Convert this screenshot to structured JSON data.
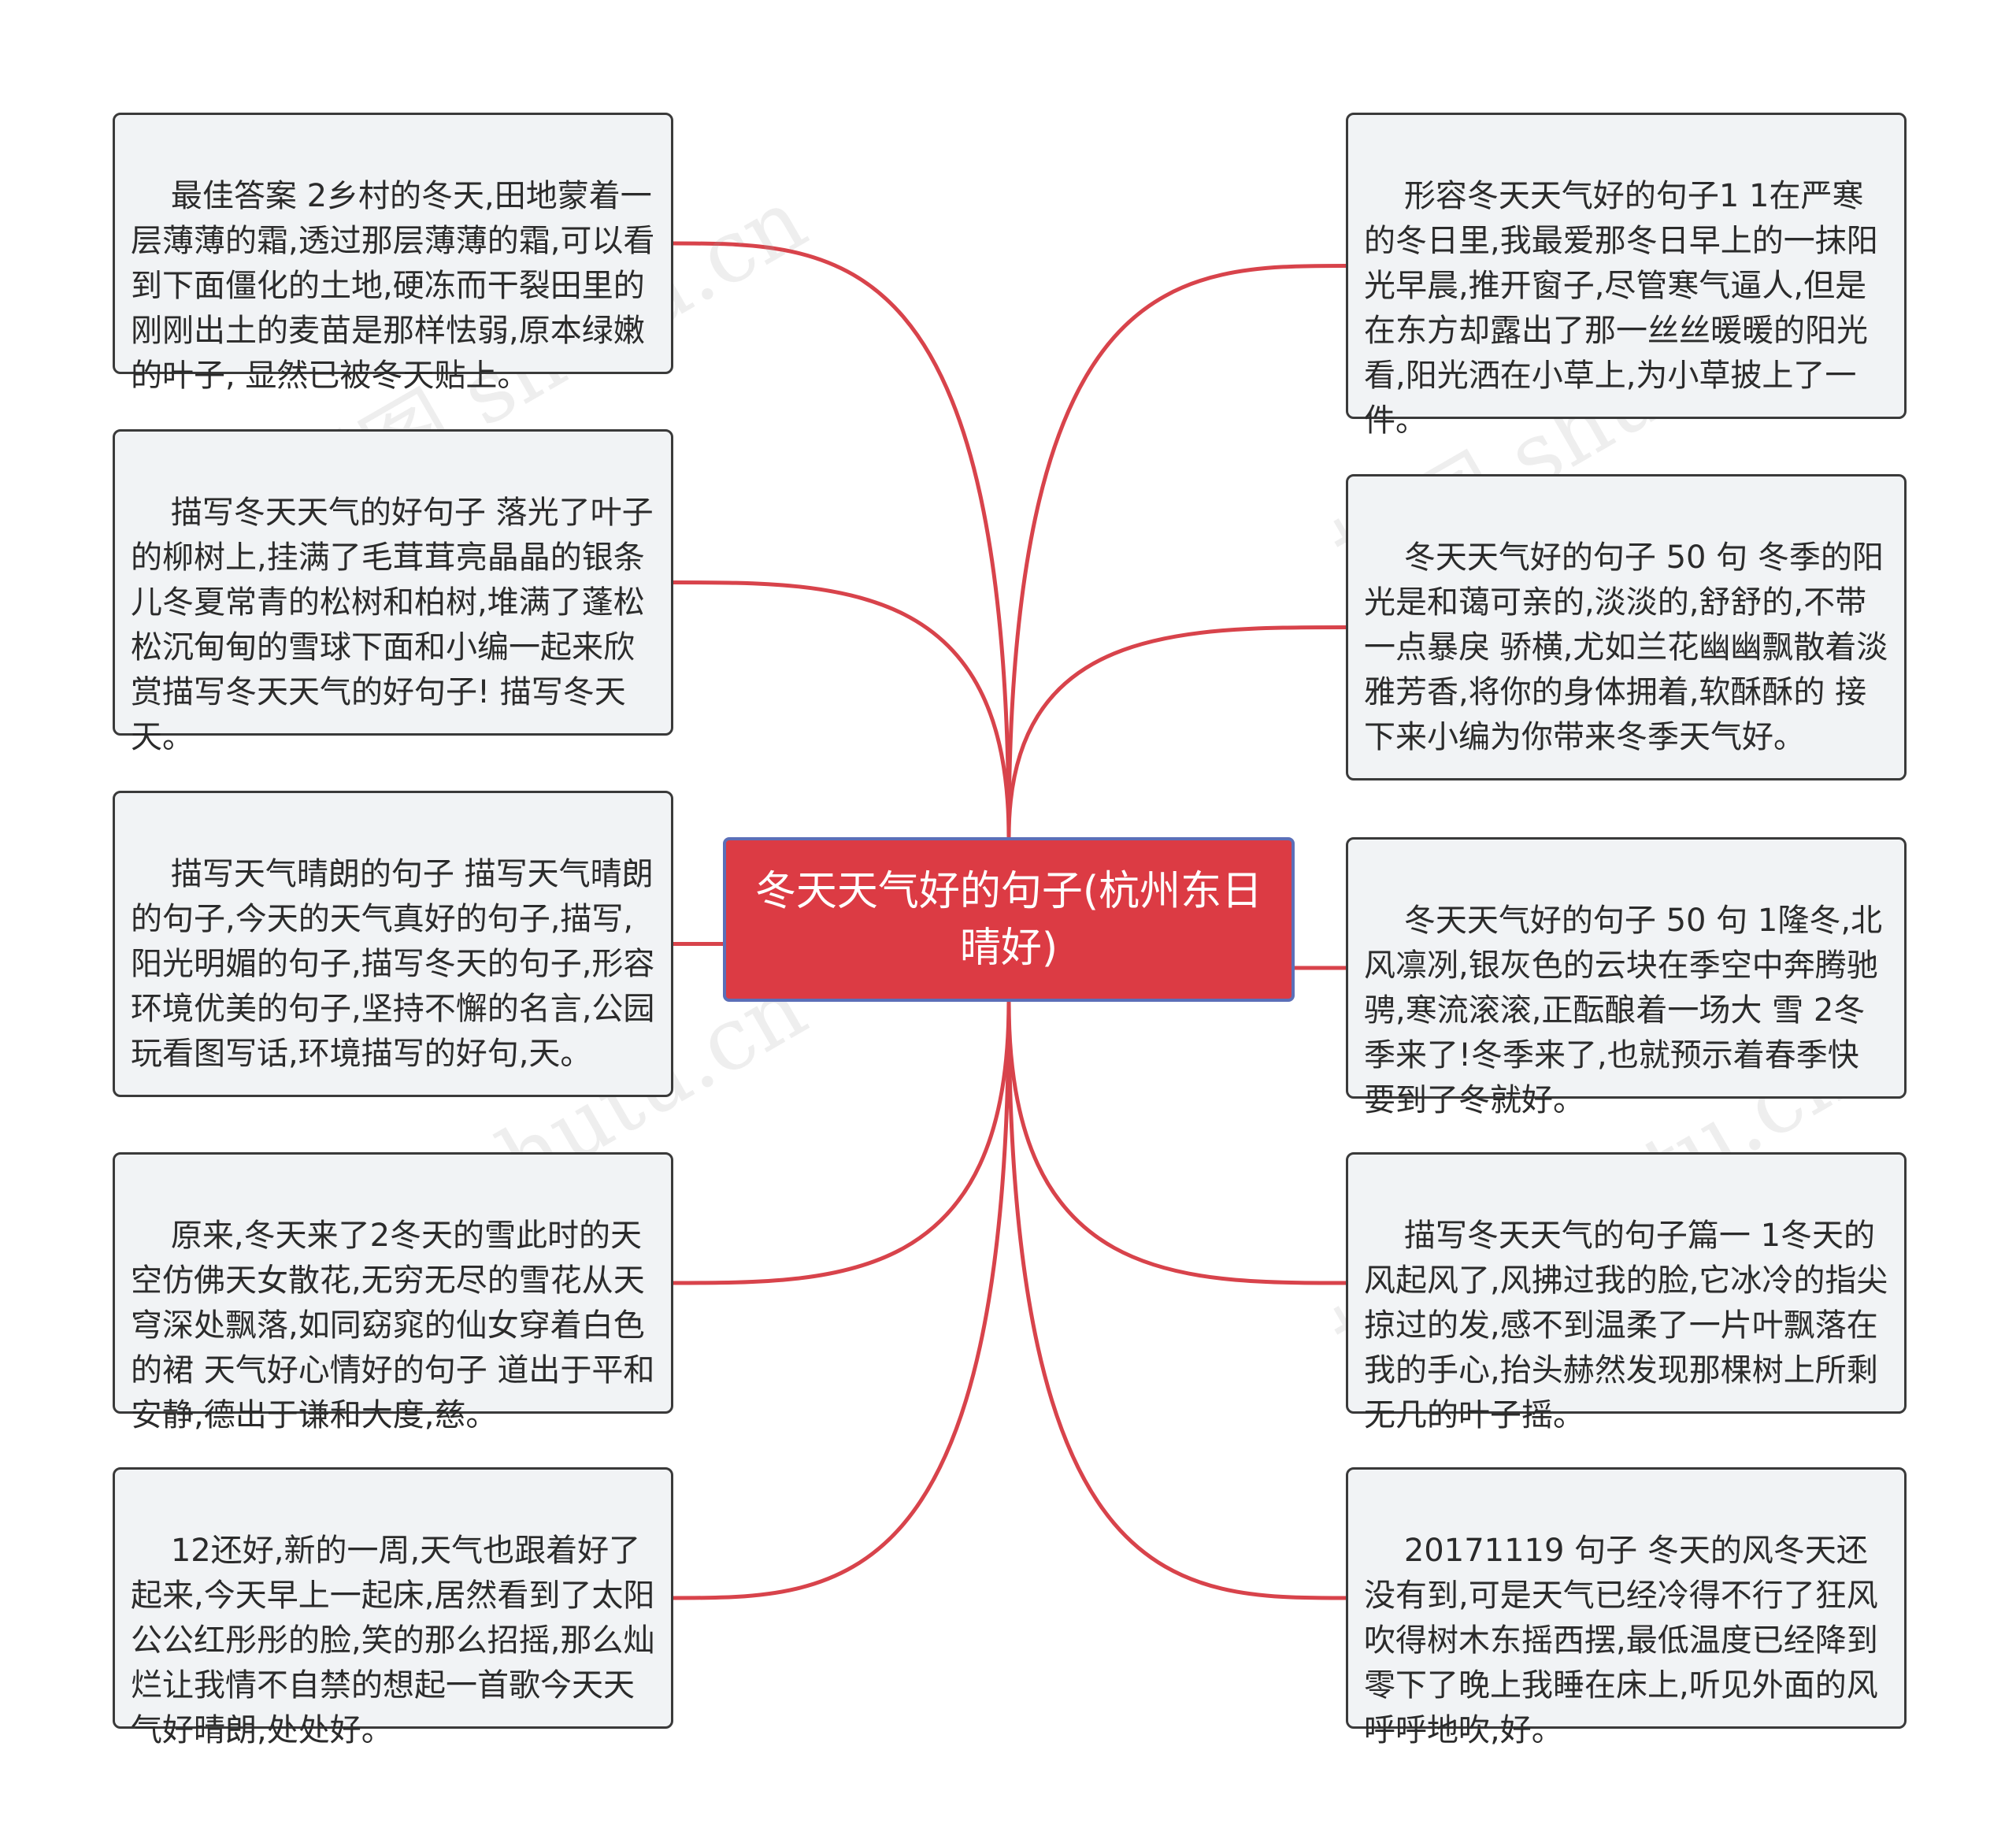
{
  "root": {
    "label": "冬天天气好的句子(杭州东日晴好)"
  },
  "left_nodes": [
    {
      "text": "最佳答案 2乡村的冬天,田地蒙着一层薄薄的霜,透过那层薄薄的霜,可以看到下面僵化的土地,硬冻而干裂田里的刚刚出土的麦苗是那样怯弱,原本绿嫩的叶子, 显然已被冬天贴上。"
    },
    {
      "text": "描写冬天天气的好句子 落光了叶子的柳树上,挂满了毛茸茸亮晶晶的银条儿冬夏常青的松树和柏树,堆满了蓬松松沉甸甸的雪球下面和小编一起来欣赏描写冬天天气的好句子! 描写冬天天。"
    },
    {
      "text": "描写天气晴朗的句子 描写天气晴朗的句子,今天的天气真好的句子,描写,阳光明媚的句子,描写冬天的句子,形容环境优美的句子,坚持不懈的名言,公园玩看图写话,环境描写的好句,天。"
    },
    {
      "text": "原来,冬天来了2冬天的雪此时的天空仿佛天女散花,无穷无尽的雪花从天穹深处飘落,如同窈窕的仙女穿着白色的裙 天气好心情好的句子 道出于平和安静,德出于谦和大度,慈。"
    },
    {
      "text": "12还好,新的一周,天气也跟着好了起来,今天早上一起床,居然看到了太阳公公红彤彤的脸,笑的那么招摇,那么灿烂让我情不自禁的想起一首歌今天天气好晴朗,处处好。"
    }
  ],
  "right_nodes": [
    {
      "text": "形容冬天天气好的句子1 1在严寒的冬日里,我最爱那冬日早上的一抹阳光早晨,推开窗子,尽管寒气逼人,但是在东方却露出了那一丝丝暖暖的阳光看,阳光洒在小草上,为小草披上了一件。"
    },
    {
      "text": "冬天天气好的句子 50 句 冬季的阳光是和蔼可亲的,淡淡的,舒舒的,不带一点暴戾 骄横,尤如兰花幽幽飘散着淡雅芳香,将你的身体拥着,软酥酥的 接下来小编为你带来冬季天气好。"
    },
    {
      "text": "冬天天气好的句子 50 句 1隆冬,北风凛冽,银灰色的云块在季空中奔腾驰骋,寒流滚滚,正酝酿着一场大 雪 2冬季来了!冬季来了,也就预示着春季快要到了冬就好。"
    },
    {
      "text": "描写冬天天气的句子篇一 1冬天的风起风了,风拂过我的脸,它冰冷的指尖掠过的发,感不到温柔了一片叶飘落在我的手心,抬头赫然发现那棵树上所剩无几的叶子摇。"
    },
    {
      "text": "20171119 句子 冬天的风冬天还没有到,可是天气已经冷得不行了狂风吹得树木东摇西摆,最低温度已经降到零下了晚上我睡在床上,听见外面的风呼呼地吹,好。"
    }
  ],
  "watermark": "树图 shutu.cn",
  "colors": {
    "link": "#d8434b",
    "root_fill": "#dc3b44",
    "root_border": "#5b6fb8",
    "leaf_fill": "#f1f3f5",
    "leaf_border": "#3a3a3a"
  }
}
